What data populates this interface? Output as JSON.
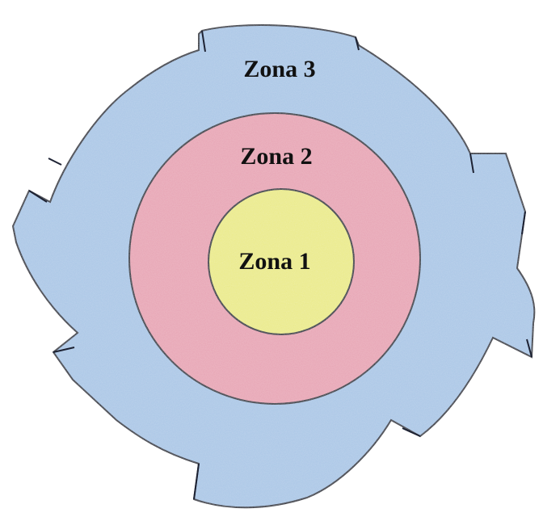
{
  "zones": [
    {
      "id": "zone-3",
      "label": "Zona 3",
      "color": "#a9c6e6"
    },
    {
      "id": "zone-2",
      "label": "Zona 2",
      "color": "#e7a3b3"
    },
    {
      "id": "zone-1",
      "label": "Zona 1",
      "color": "#eaea86"
    }
  ],
  "outline_color": "#1d2233"
}
